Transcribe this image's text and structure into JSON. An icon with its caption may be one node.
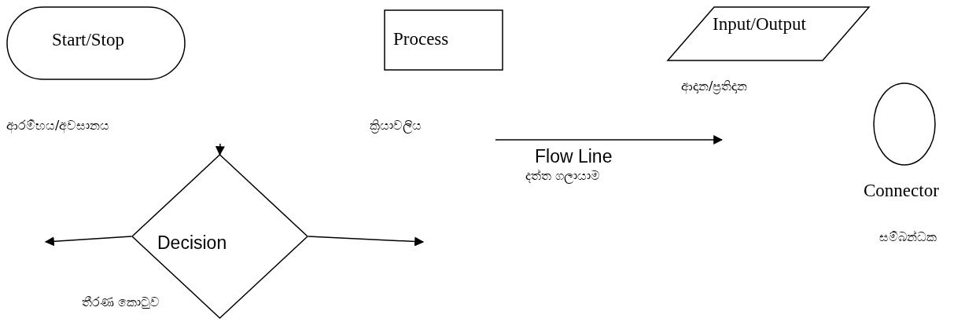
{
  "diagram": {
    "nodes": [
      {
        "text": [
          "Start/Stop"
        ],
        "beside": [
          "ආරම්භය/අවසානය"
        ]
      },
      {
        "text": [
          "Process"
        ],
        "beside": [
          "ක්‍රියාවලිය"
        ]
      },
      {
        "text": [
          "Input/Output"
        ],
        "beside": [
          "ආදාන/ප්‍රතිදාන"
        ]
      },
      {
        "text": [],
        "shape": "circle",
        "beside": [
          "Connector",
          "සම්බන්ධක"
        ]
      },
      {
        "text": [
          "Decision"
        ],
        "beside": [
          "තීරණ කොටුව"
        ]
      }
    ],
    "edges": [
      {
        "from": null,
        "to": 4,
        "arrow": "to"
      },
      {
        "from": 4,
        "to": null,
        "arrow": "to"
      },
      {
        "from": 4,
        "to": null,
        "arrow": "to"
      }
    ],
    "labels": [
      "Flow Line",
      "දත්ත ගලායාම"
    ]
  }
}
